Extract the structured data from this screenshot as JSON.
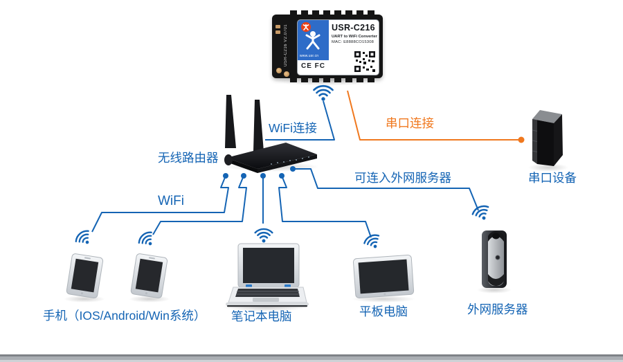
{
  "colors": {
    "label_blue": "#1464b4",
    "link_blue": "#1464b4",
    "link_orange": "#f0781e",
    "logo_red": "#e84118"
  },
  "icons": {
    "wifi": "wifi-signal-arcs"
  },
  "module": {
    "title": "USR-C216",
    "subtitle": "UART to WiFi Converter",
    "mac": "MAC: E8888CO15308",
    "website": "www.usr.cn",
    "cert_marks": "CE FC",
    "side_text": "USR-C216 V2.0701"
  },
  "labels": {
    "router": "无线路由器",
    "wifi_link": "WiFi连接",
    "serial_link": "串口连接",
    "wan_link": "可连入外网服务器",
    "wifi": "WiFi",
    "phones": "手机（IOS/Android/Win系统）",
    "laptop": "笔记本电脑",
    "tablet": "平板电脑",
    "server": "外网服务器",
    "serial_device": "串口设备"
  }
}
